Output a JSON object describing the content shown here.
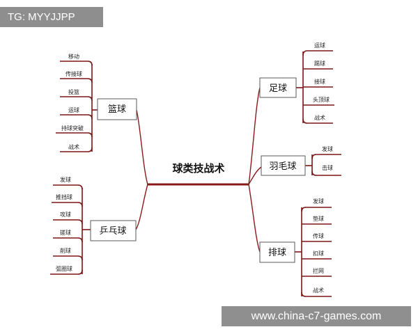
{
  "badges": {
    "top_left": "TG: MYYJJPP",
    "bottom_right": "www.china-c7-games.com"
  },
  "mindmap": {
    "center": "球类技战术",
    "branches": {
      "basketball": {
        "label": "篮球",
        "leaves": [
          "移动",
          "传接球",
          "投篮",
          "运球",
          "持球突破",
          "战术"
        ]
      },
      "table_tennis": {
        "label": "乒乓球",
        "leaves": [
          "发球",
          "推挡球",
          "攻球",
          "搓球",
          "削球",
          "弧圈球"
        ]
      },
      "football": {
        "label": "足球",
        "leaves": [
          "运球",
          "踢球",
          "接球",
          "头顶球",
          "战术"
        ]
      },
      "badminton": {
        "label": "羽毛球",
        "leaves": [
          "发球",
          "击球"
        ]
      },
      "volleyball": {
        "label": "排球",
        "leaves": [
          "发球",
          "垫球",
          "传球",
          "扣球",
          "拦网",
          "战术"
        ]
      }
    }
  }
}
